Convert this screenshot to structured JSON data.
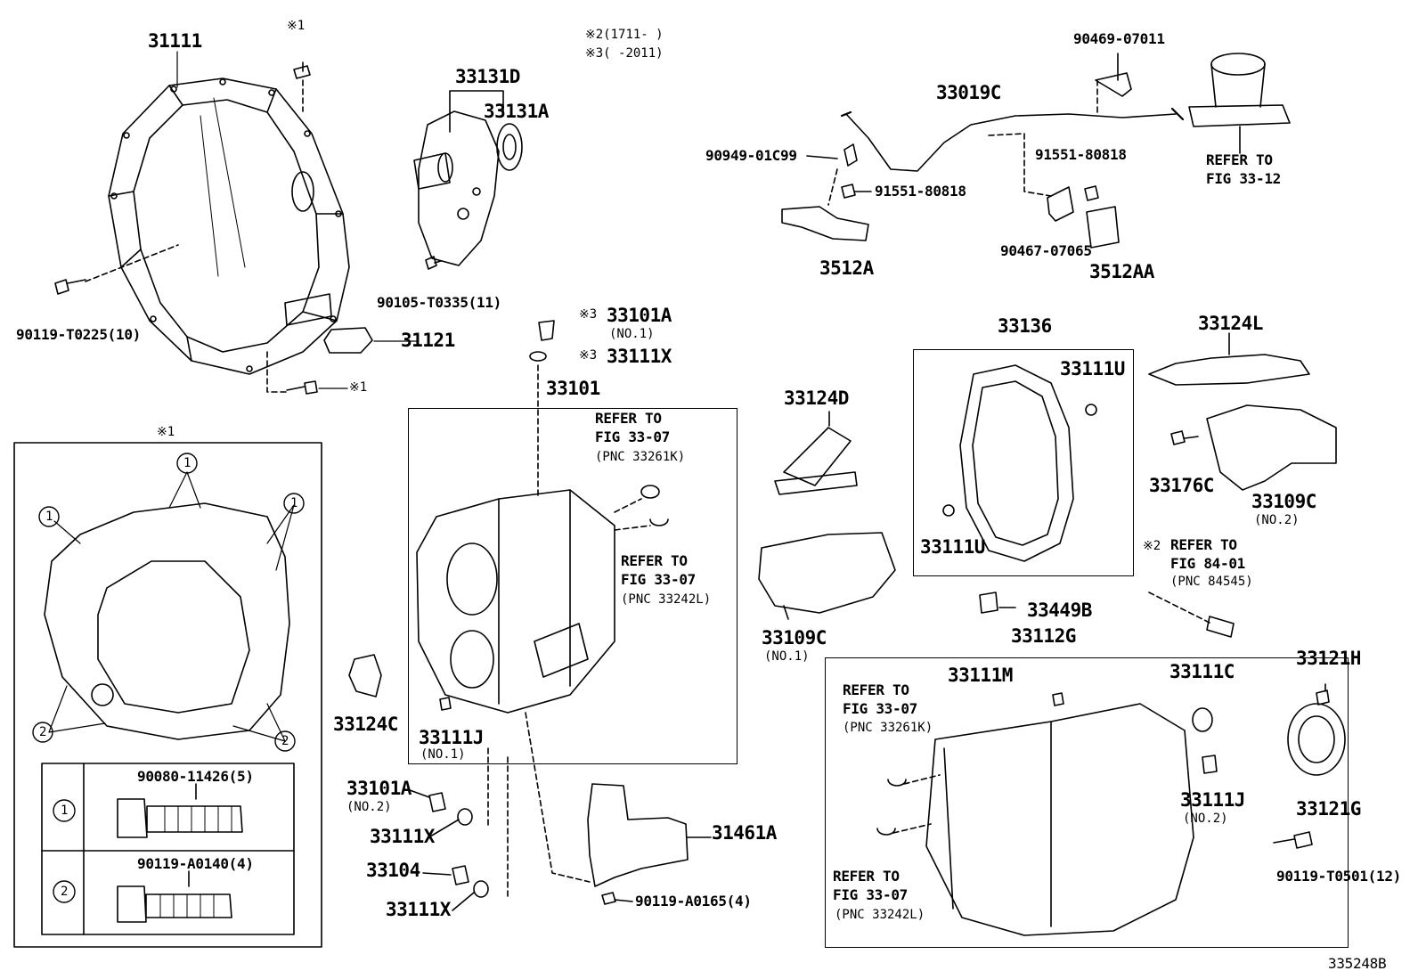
{
  "diagram_id": "335248B",
  "notes": {
    "n2": "※2(1711-    )",
    "n3": "※3(     -2011)"
  },
  "parts": {
    "p31111": "31111",
    "p31121": "31121",
    "p90119_T0225": "90119-T0225(10)",
    "mark1_top": "※1",
    "mark1_mid": "※1",
    "p33131D": "33131D",
    "p33131A": "33131A",
    "p90105_T0335": "90105-T0335(11)",
    "p33101A_no1": "33101A",
    "p33101A_no1_sub": "(NO.1)",
    "mark3_a": "※3",
    "mark3_b": "※3",
    "p33111X_top": "33111X",
    "p33101": "33101",
    "ref_3307_a": "REFER TO",
    "ref_3307_a2": "FIG 33-07",
    "ref_3307_a3": "(PNC 33261K)",
    "ref_3307_b": "REFER TO",
    "ref_3307_b2": "FIG 33-07",
    "ref_3307_b3": "(PNC 33242L)",
    "p33111J_no1": "33111J",
    "p33111J_no1_sub": "(NO.1)",
    "p33124C": "33124C",
    "p33101A_no2": "33101A",
    "p33101A_no2_sub": "(NO.2)",
    "p33111X_a": "33111X",
    "p33104": "33104",
    "p33111X_b": "33111X",
    "p31461A": "31461A",
    "p90119_A0165": "90119-A0165(4)",
    "p33019C": "33019C",
    "p90469_07011": "90469-07011",
    "p90949_01C99": "90949-01C99",
    "p91551_80818_a": "91551-80818",
    "p91551_80818_b": "91551-80818",
    "p3512A": "3512A",
    "p90467_07065": "90467-07065",
    "p3512AA": "3512AA",
    "ref_3312": "REFER TO",
    "ref_3312_2": "FIG 33-12",
    "p33124D": "33124D",
    "p33109C_no1": "33109C",
    "p33109C_no1_sub": "(NO.1)",
    "p33136": "33136",
    "p33111U_a": "33111U",
    "p33111U_b": "33111U",
    "p33449B": "33449B",
    "p33124L": "33124L",
    "p33176C": "33176C",
    "p33109C_no2": "33109C",
    "p33109C_no2_sub": "(NO.2)",
    "mark2": "※2",
    "ref_8401": "REFER TO",
    "ref_8401_2": "FIG 84-01",
    "ref_8401_3": "(PNC 84545)",
    "p33112G": "33112G",
    "p33111M": "33111M",
    "p33111C": "33111C",
    "ref_3307_c": "REFER TO",
    "ref_3307_c2": "FIG 33-07",
    "ref_3307_c3": "(PNC 33261K)",
    "ref_3307_d": "REFER TO",
    "ref_3307_d2": "FIG 33-07",
    "ref_3307_d3": "(PNC 33242L)",
    "p33111J_no2": "33111J",
    "p33111J_no2_sub": "(NO.2)",
    "p33121H": "33121H",
    "p33121G": "33121G",
    "p90119_T0501": "90119-T0501(12)"
  },
  "legend": {
    "title_mark": "※1",
    "rows": [
      {
        "key": "1",
        "part": "90080-11426(5)"
      },
      {
        "key": "2",
        "part": "90119-A0140(4)"
      }
    ],
    "callout_1": "1",
    "callout_2": "2"
  }
}
